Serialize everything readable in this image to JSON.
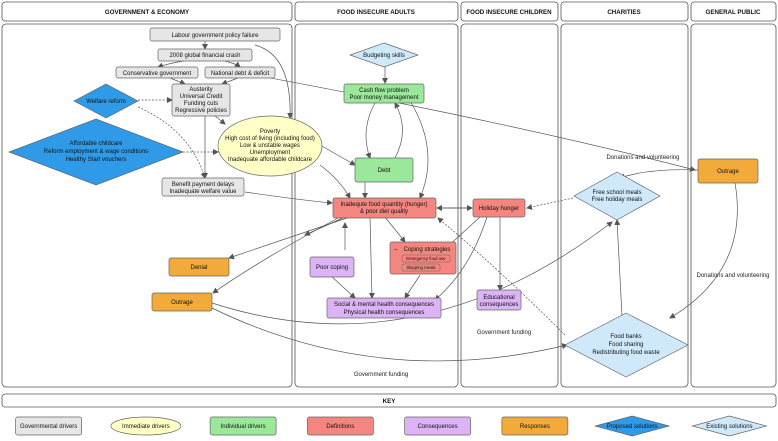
{
  "colors": {
    "governmental": "#e6e6e6",
    "immediate": "#ffffc6",
    "individual": "#9be89b",
    "definitions": "#f4867f",
    "consequences": "#dcb3f4",
    "responses": "#f2ab3a",
    "proposed": "#2f9be8",
    "existing": "#cfe8fa"
  },
  "lanes": {
    "gov": "GOVERNMENT & ECONOMY",
    "adults": "FOOD INSECURE ADULTS",
    "children": "FOOD INSECURE CHILDREN",
    "charities": "CHARITIES",
    "public": "GENERAL PUBLIC"
  },
  "nodes": {
    "labour_policy": "Labour government policy failure",
    "financial_crash": "2008 global financial crash",
    "conservative_gov": "Conservative government",
    "national_debt": "National debt & deficit",
    "welfare_reform": "Welfare reform",
    "austerity": [
      "Austerity",
      "Universal Credit",
      "Funding cuts",
      "Regressive policies"
    ],
    "proposed_childcare": [
      "Affordable childcare",
      "Reform employment & wage conditions",
      "Healthy Start vouchers"
    ],
    "poverty": [
      "Poverty",
      "High cost of living (including food)",
      "Low & unstable wages",
      "Unemployment",
      "Inadequate affordable childcare"
    ],
    "benefit_delays": [
      "Benefit payment delays",
      "Inadequate welfare value"
    ],
    "denial": "Denial",
    "outrage_gov": "Outrage",
    "budgeting": "Budgeting skills",
    "cash_flow": [
      "Cash flow problem",
      "Poor money management"
    ],
    "debt": "Debt",
    "inadequate_food": [
      "Inadequte food quantity (hunger)",
      "& poor diet quality"
    ],
    "poor_coping": "Poor coping",
    "coping_strategies": "Coping strategies",
    "emergency_food": "Emergency food use",
    "skipping_meals": "Skipping meals",
    "social_consequences": [
      "Social & mental health consequences",
      "Physical health consequences"
    ],
    "holiday_hunger": "Holiday hunger",
    "educational": [
      "Educational",
      "consequences"
    ],
    "free_school_meals": [
      "Free school meals",
      "Free holiday meals"
    ],
    "food_banks": [
      "Food banks",
      "Food sharing",
      "Redistributing food waste"
    ],
    "outrage_public": "Outrage"
  },
  "edge_labels": {
    "donations_top": "Donations and volunteering",
    "donations_right": "Donations and volunteering",
    "gov_funding_mid": "Government funding",
    "gov_funding_bottom": "Government funding"
  },
  "key": {
    "title": "KEY",
    "items": [
      {
        "label": "Governmental drivers",
        "shape": "rect",
        "color": "#e6e6e6"
      },
      {
        "label": "Immediate drivers",
        "shape": "ellipse",
        "color": "#ffffc6"
      },
      {
        "label": "Individual drivers",
        "shape": "rect",
        "color": "#9be89b"
      },
      {
        "label": "Definitions",
        "shape": "rect",
        "color": "#f4867f"
      },
      {
        "label": "Consequences",
        "shape": "rect",
        "color": "#dcb3f4"
      },
      {
        "label": "Responses",
        "shape": "rect",
        "color": "#f2ab3a"
      },
      {
        "label": "Proposed solutions",
        "shape": "diamond",
        "color": "#2f9be8"
      },
      {
        "label": "Existing solutions",
        "shape": "diamond",
        "color": "#cfe8fa"
      }
    ]
  }
}
